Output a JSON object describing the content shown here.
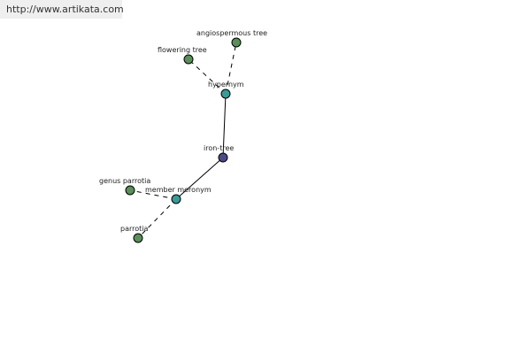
{
  "header": {
    "url": "http://www.artikata.com"
  },
  "colors": {
    "leaf": "#5a8f5a",
    "relation": "#3a9a96",
    "center": "#4a4a8a"
  },
  "nodes": {
    "iron_tree": {
      "label": "iron-tree",
      "kind": "center"
    },
    "hypernym": {
      "label": "hypernym",
      "kind": "relation"
    },
    "flowering_tree": {
      "label": "flowering tree",
      "kind": "leaf"
    },
    "angiospermous_tree": {
      "label": "angiospermous tree",
      "kind": "leaf"
    },
    "member_meronym": {
      "label": "member meronym",
      "kind": "relation"
    },
    "genus_parrotia": {
      "label": "genus parrotia",
      "kind": "leaf"
    },
    "parrotia": {
      "label": "parrotia",
      "kind": "leaf"
    }
  },
  "edges": [
    {
      "from": "iron_tree",
      "to": "hypernym",
      "style": "solid"
    },
    {
      "from": "hypernym",
      "to": "flowering_tree",
      "style": "dashed"
    },
    {
      "from": "hypernym",
      "to": "angiospermous_tree",
      "style": "dashed"
    },
    {
      "from": "iron_tree",
      "to": "member_meronym",
      "style": "solid"
    },
    {
      "from": "member_meronym",
      "to": "genus_parrotia",
      "style": "dashed"
    },
    {
      "from": "member_meronym",
      "to": "parrotia",
      "style": "dashed"
    }
  ]
}
